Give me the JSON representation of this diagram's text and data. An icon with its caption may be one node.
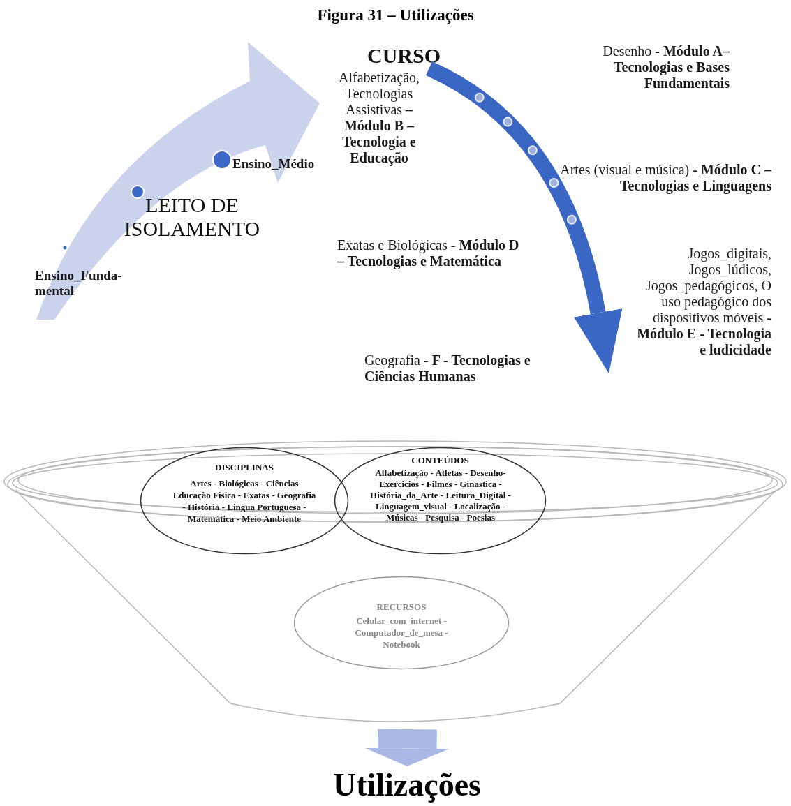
{
  "diagram": {
    "title": "Figura 31 – Utilizações",
    "nodes": [
      {
        "text": [
          "LEITO DE ISOLAMENTO"
        ]
      },
      {
        "text": [
          "CURSO"
        ]
      },
      {
        "text": [],
        "shape": "funnel"
      },
      {
        "text": [
          "DISCIPLINAS",
          "Artes - Biológicas - Ciências Educação Fisica - Exatas - Geografia - História - Lingua Portuguesa - Matemática - Meio Ambiente"
        ],
        "in": 2
      },
      {
        "text": [
          "CONTEÚDOS",
          "Alfabetização - Atletas - Desenho-Exercicios - Filmes - Ginastica - História_da_Arte - Leitura_Digital - Linguagem_visual - Localização - Músicas - Pesquisa - Poesias"
        ],
        "in": 2
      },
      {
        "text": [
          "RECURSOS",
          "Celular_com_internet - Computador_de_mesa - Notebook"
        ],
        "in": 2
      },
      {
        "text": [
          "Utilizações"
        ]
      }
    ],
    "edges": [
      {
        "from": 1,
        "to": null,
        "arrow": "to",
        "color": "#3a66c4"
      },
      {
        "from": 2,
        "to": 6,
        "arrow": "to",
        "style": "thick",
        "color": "#a9b7e4"
      }
    ],
    "labels": [
      "Ensino_Médio",
      "Ensino_Funda- mental",
      "Desenho - **Módulo A– Tecnologias e Bases Fundamentais**",
      "Alfabetização, Tecnologias Assistivas **– Módulo B – Tecnologia e Educação**",
      "Artes (visual e música) - **Módulo C – Tecnologias e Linguagens**",
      "Exatas e Biológicas - **Módulo D – Tecnologias e Matemática**",
      "Jogos_digitais, Jogos_lúdicos, Jogos_pedagógicos, O uso pedagógico dos dispositivos móveis - **Módulo E - Tecnologia e ludicidade**",
      "Geografia - **F - Tecnologias e Ciências Humanas**"
    ]
  }
}
